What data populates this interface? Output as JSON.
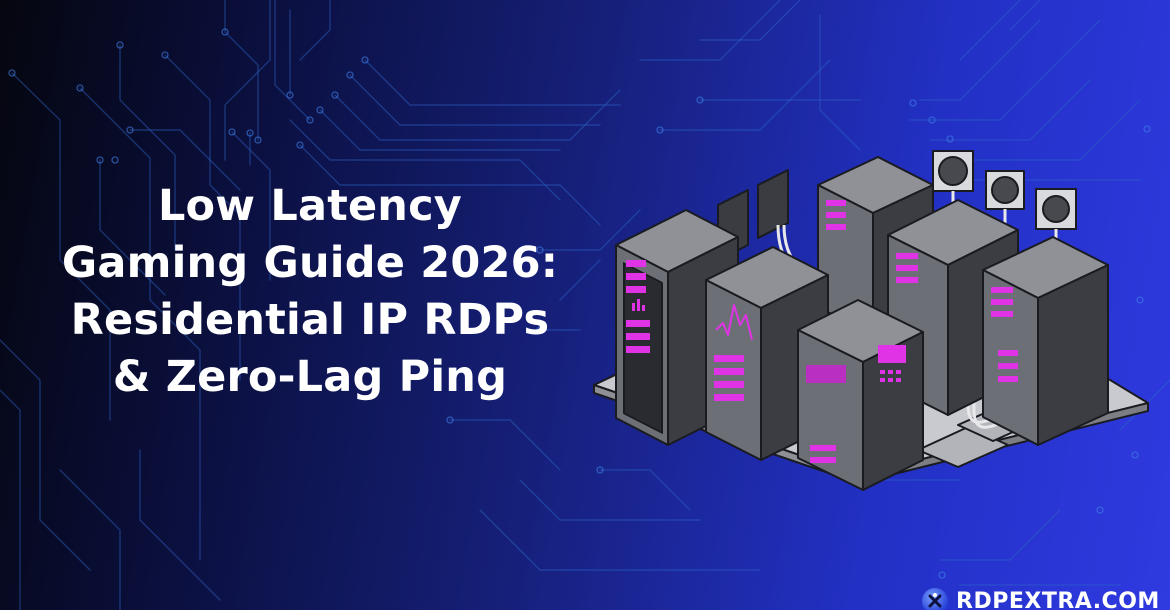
{
  "banner": {
    "headline_lines": [
      "Low Latency",
      "Gaming Guide 2026:",
      "Residential IP RDPs",
      "& Zero-Lag Ping"
    ],
    "illustration": "isometric-server-racks-icon",
    "brand": {
      "logo": "rdpextra-x-logo-icon",
      "name": "RDPEXTRA.COM"
    },
    "colors": {
      "background_dark": "#05060f",
      "background_mid": "#16207a",
      "background_bright": "#2f3ae0",
      "circuit_lines": "#2f6fd8",
      "text": "#ffffff",
      "accent_magenta": "#e033e6",
      "rack_gray": "#6d6f76"
    }
  }
}
